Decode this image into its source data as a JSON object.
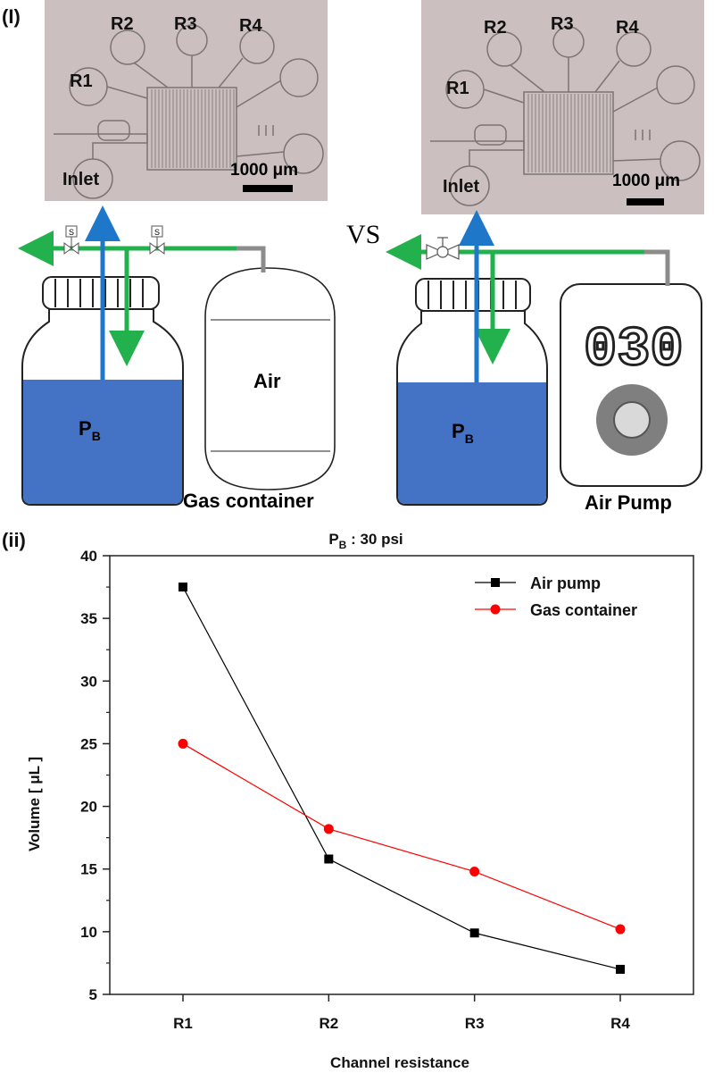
{
  "panel_i_label": "(I)",
  "panel_ii_label": "(ii)",
  "microscope_left": {
    "labels": [
      "R1",
      "R2",
      "R3",
      "R4",
      "Inlet"
    ],
    "scale": "1000 μm"
  },
  "microscope_right": {
    "labels": [
      "R1",
      "R2",
      "R3",
      "R4",
      "Inlet"
    ],
    "scale": "1000 μm"
  },
  "vs_label": "VS",
  "left_setup": {
    "bottle_label": "P",
    "bottle_sub": "B",
    "container_label": "Air",
    "caption": "Gas container",
    "valve_marks": [
      "S",
      "S"
    ]
  },
  "right_setup": {
    "bottle_label": "P",
    "bottle_sub": "B",
    "display": "030",
    "caption": "Air Pump"
  },
  "colors": {
    "liquid": "#4472c4",
    "green_line": "#22b14c",
    "blue_line": "#1f77c9",
    "grey_line": "#8c8c8c",
    "air_pump": "#000000",
    "gas_container": "#ff0000"
  },
  "chart_data": {
    "type": "line",
    "title": "P",
    "title_sub": "B",
    "title_suffix": " : 30 psi",
    "xlabel": "Channel resistance",
    "ylabel": "Volume [ μL ]",
    "categories": [
      "R1",
      "R2",
      "R3",
      "R4"
    ],
    "ylim": [
      5,
      40
    ],
    "yticks": [
      5,
      10,
      15,
      20,
      25,
      30,
      35,
      40
    ],
    "legend_position": "top-right",
    "series": [
      {
        "name": "Air pump",
        "marker": "square",
        "color": "#000000",
        "values": [
          37.5,
          15.8,
          9.9,
          7.0
        ]
      },
      {
        "name": "Gas container",
        "marker": "circle",
        "color": "#ff0000",
        "values": [
          25.0,
          18.2,
          14.8,
          10.2
        ]
      }
    ]
  }
}
